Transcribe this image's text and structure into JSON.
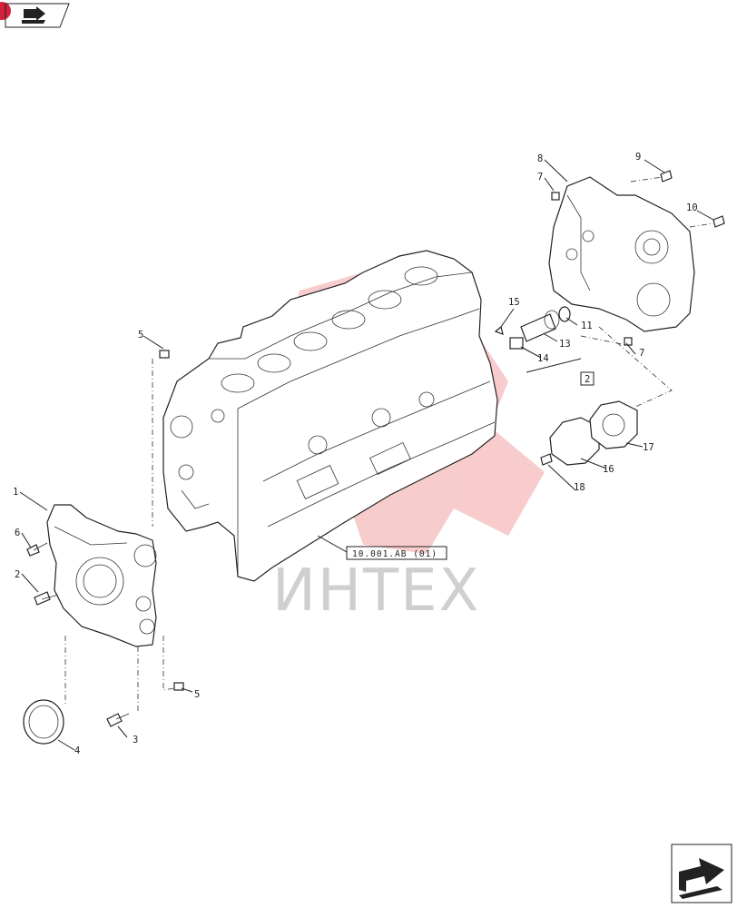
{
  "watermark_text": "ИНТЕХ",
  "reference_block": "10.001.AB (01)",
  "assembly_ref": "2",
  "callouts": [
    "1",
    "2",
    "3",
    "4",
    "5",
    "5",
    "6",
    "7",
    "7",
    "8",
    "9",
    "10",
    "11",
    "13",
    "14",
    "15",
    "16",
    "17",
    "18"
  ],
  "icons": {
    "top_left": "arrow-back-icon",
    "bottom_right": "arrow-next-icon"
  },
  "colors": {
    "watermark_logo": "#f2a3a3",
    "watermark_text": "#cfcfcf",
    "line": "#222222",
    "corner_badge": "#d1213b"
  }
}
